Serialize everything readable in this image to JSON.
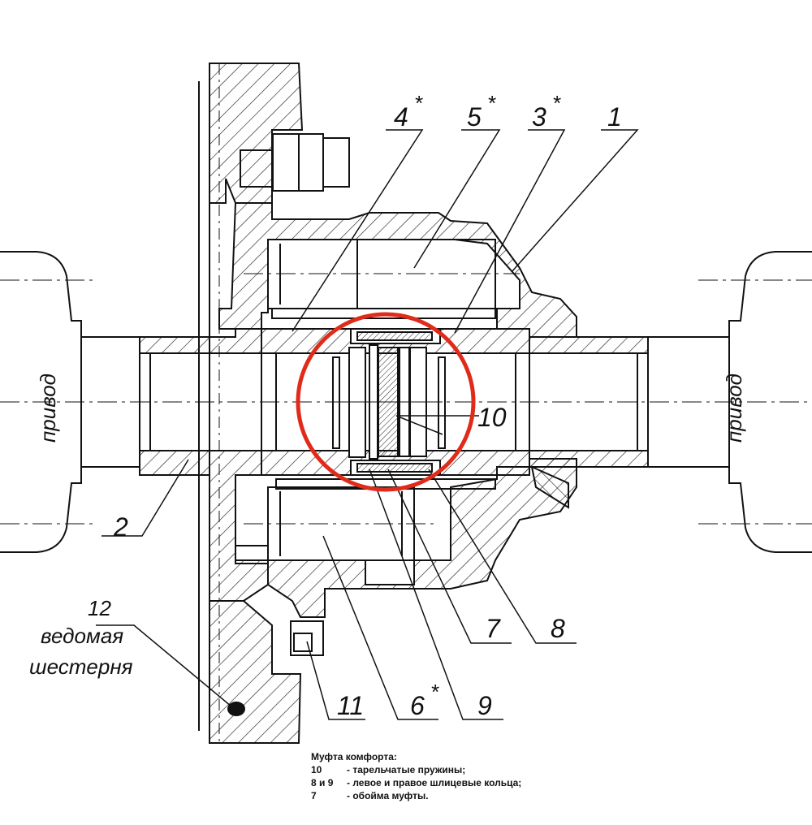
{
  "labels": {
    "l1": "1",
    "l2": "2",
    "l3": "3",
    "l4": "4",
    "l5": "5",
    "l6": "6",
    "l7": "7",
    "l8": "8",
    "l9": "9",
    "l10": "10",
    "l11": "11",
    "l12": "12",
    "star": "*",
    "driven_gear_line1": "ведомая",
    "driven_gear_line2": "шестерня",
    "drive_left": "привод",
    "drive_right": "привод"
  },
  "note": {
    "title": "Муфта комфорта:",
    "rows": [
      {
        "key": "10",
        "text": "- тарельчатые пружины;"
      },
      {
        "key": "8 и 9",
        "text": "- левое и правое шлицевые кольца;"
      },
      {
        "key": "7",
        "text": "- обойма муфты."
      }
    ]
  },
  "colors": {
    "ink": "#111111",
    "highlight_circle": "#e02a1a",
    "background": "#ffffff"
  }
}
